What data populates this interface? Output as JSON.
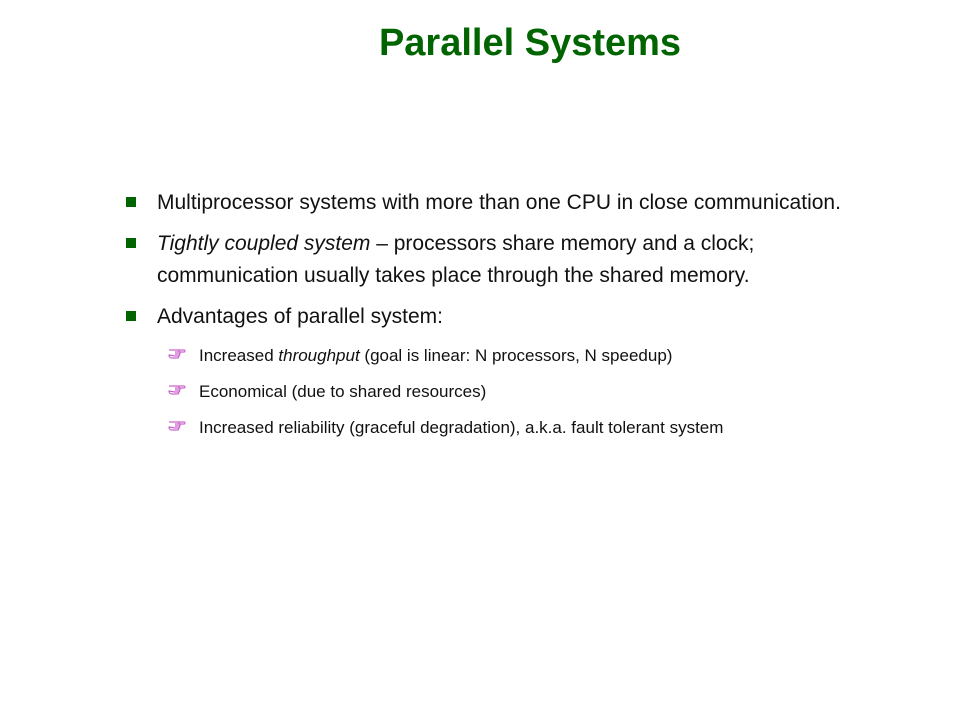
{
  "slide": {
    "title": "Parallel Systems",
    "colors": {
      "title": "#006400",
      "bullet": "#006400",
      "sub_bullet": "#cc66cc",
      "text": "#111111"
    },
    "items": [
      {
        "text": "Multiprocessor systems with more than one CPU in close communication."
      },
      {
        "emphasis": "Tightly coupled system",
        "text": " – processors share memory and a clock; communication usually takes place through the shared memory."
      },
      {
        "text": "Advantages of parallel system:"
      }
    ],
    "sub_items": [
      {
        "before": "Increased ",
        "emphasis": "throughput",
        "after": " (goal is linear: N processors, N speedup)"
      },
      {
        "text": "Economical (due to shared resources)"
      },
      {
        "text": "Increased reliability (graceful degradation), a.k.a. fault tolerant system"
      }
    ],
    "icons": {
      "bullet": "green-square-icon",
      "sub_bullet": "pointing-hand-icon"
    }
  }
}
